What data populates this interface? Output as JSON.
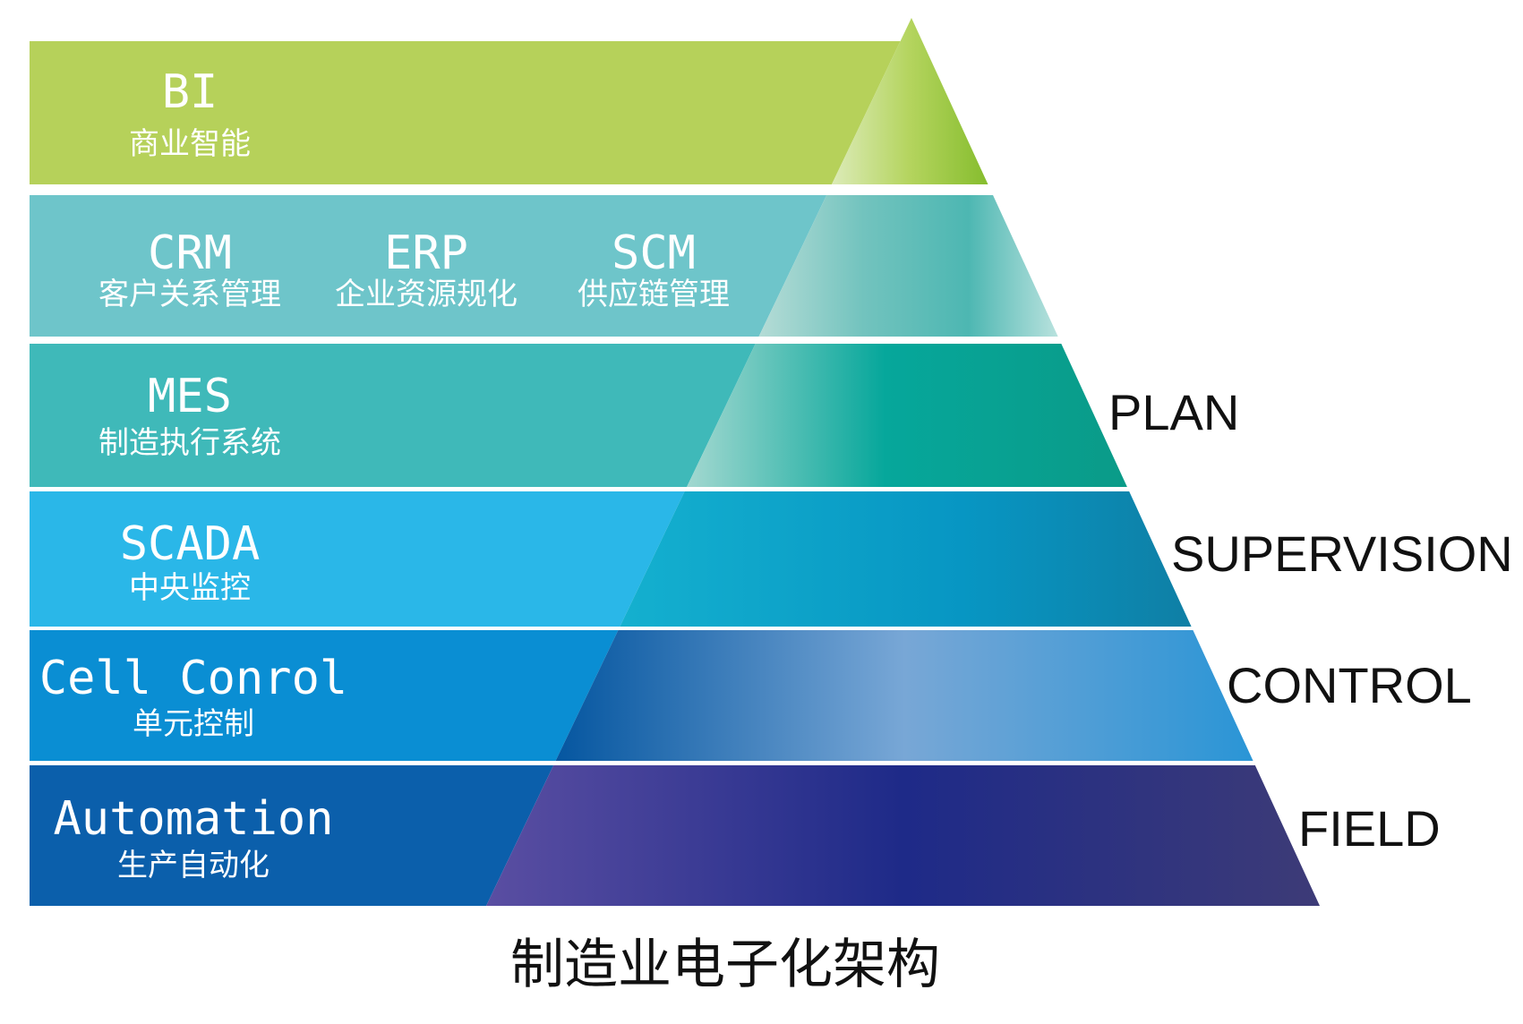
{
  "title": "制造业电子化架构",
  "layers": [
    {
      "id": "bi",
      "color": "#b6d15a",
      "modules": [
        {
          "code": "BI",
          "name": "商业智能"
        }
      ],
      "level": ""
    },
    {
      "id": "crm-erp-scm",
      "color": "#6ec5ca",
      "modules": [
        {
          "code": "CRM",
          "name": "客户关系管理"
        },
        {
          "code": "ERP",
          "name": "企业资源规化"
        },
        {
          "code": "SCM",
          "name": "供应链管理"
        }
      ],
      "level": ""
    },
    {
      "id": "mes",
      "color": "#3fb9b9",
      "modules": [
        {
          "code": "MES",
          "name": "制造执行系统"
        }
      ],
      "level": "PLAN"
    },
    {
      "id": "scada",
      "color": "#2ab7e8",
      "modules": [
        {
          "code": "SCADA",
          "name": "中央监控"
        }
      ],
      "level": "SUPERVISION"
    },
    {
      "id": "cell-control",
      "color": "#0a8ed3",
      "modules": [
        {
          "code": "Cell Conrol",
          "name": "单元控制"
        }
      ],
      "level": "CONTROL"
    },
    {
      "id": "automation",
      "color": "#0b5fab",
      "modules": [
        {
          "code": "Automation",
          "name": "生产自动化"
        }
      ],
      "level": "FIELD"
    }
  ]
}
